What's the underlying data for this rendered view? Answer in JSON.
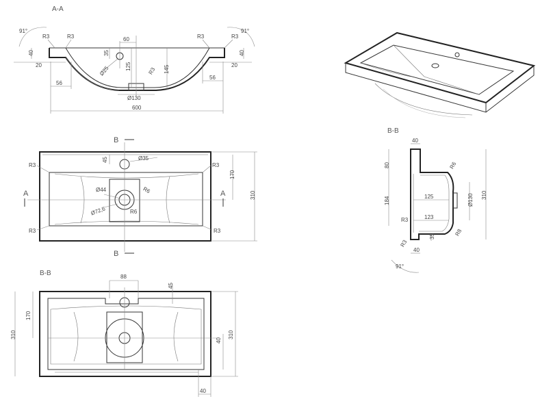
{
  "titles": {
    "section_aa": "A-A",
    "section_bb_side": "B-B",
    "section_bb_top": "B-B",
    "marker_a": "A",
    "marker_b": "B"
  },
  "section_aa": {
    "angle": "91°",
    "radius": "R3",
    "rim_height": "40",
    "rim_offset": "20",
    "side_inset": "56",
    "tap_offset": "60",
    "tap_depth": "35",
    "tap_hole": "Ø25",
    "inner_depth": "125",
    "bowl_depth": "145",
    "drain": "Ø130",
    "overall_width": "600"
  },
  "plan_view": {
    "tap_offset": "45",
    "tap_hole": "Ø35",
    "radius": "R3",
    "drain_inner": "Ø44",
    "drain_outer": "Ø72,6",
    "drain_radius": "R6",
    "inner_depth": "170",
    "overall_depth": "310"
  },
  "section_bb_side": {
    "top_width": "40",
    "top_height": "80",
    "bowl_height": "184",
    "inner_width": "125",
    "bottom_width": "123",
    "drain": "Ø130",
    "overall_height": "310",
    "radius_r6": "R6",
    "radius_r3": "R3",
    "radius_r8": "R8",
    "bottom_height": "35",
    "bottom_width_small": "40",
    "angle": "91°"
  },
  "section_bb_top": {
    "tap_block": "88",
    "tap_offset": "45",
    "inner_depth": "170",
    "overall_depth": "310",
    "rim_width": "40"
  }
}
